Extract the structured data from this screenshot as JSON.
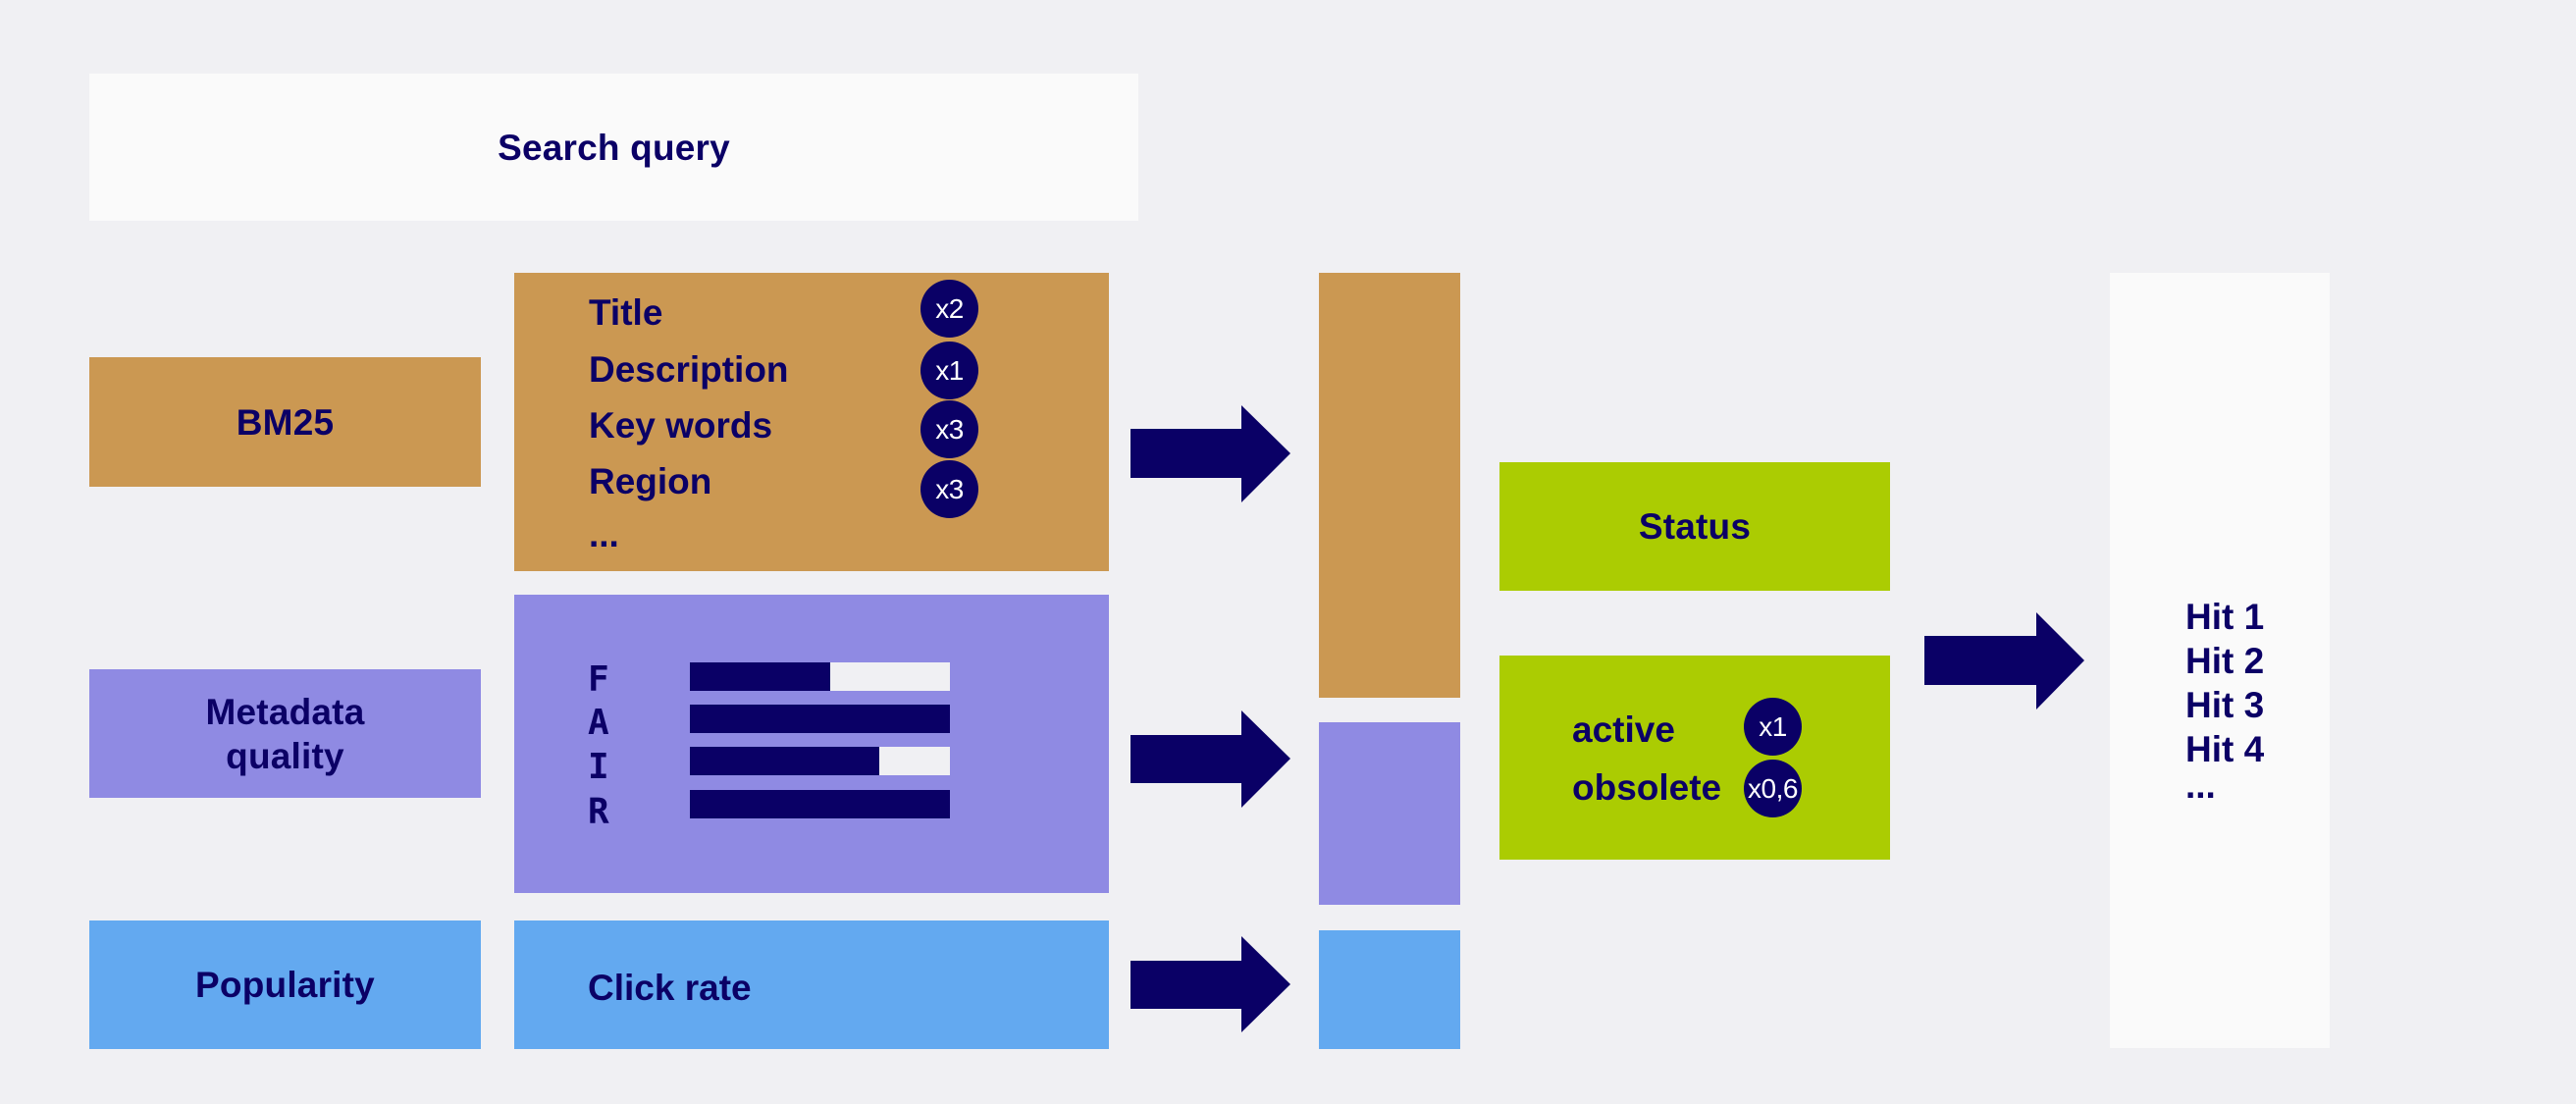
{
  "search": {
    "label": "Search query"
  },
  "colors": {
    "bm25": "#cb9852",
    "metadata": "#8f8ae3",
    "popularity": "#63a9f0",
    "status": "#abcc02",
    "ink": "#0b0066",
    "panel": "#fafafa",
    "background": "#f0f0f3"
  },
  "signals": {
    "bm25": {
      "label": "BM25",
      "fields": [
        {
          "name": "Title",
          "weight": "x2"
        },
        {
          "name": "Description",
          "weight": "x1"
        },
        {
          "name": "Key words",
          "weight": "x3"
        },
        {
          "name": "Region",
          "weight": "x3"
        }
      ],
      "more": "..."
    },
    "metadata": {
      "label_line1": "Metadata",
      "label_line2": "quality",
      "fair": [
        {
          "letter": "F",
          "score": 0.54
        },
        {
          "letter": "A",
          "score": 1.0
        },
        {
          "letter": "I",
          "score": 0.73
        },
        {
          "letter": "R",
          "score": 1.0
        }
      ]
    },
    "popularity": {
      "label": "Popularity",
      "detail": "Click rate"
    }
  },
  "status": {
    "label": "Status",
    "weights": [
      {
        "name": "active",
        "weight": "x1"
      },
      {
        "name": "obsolete",
        "weight": "x0,6"
      }
    ]
  },
  "results": {
    "hits": [
      "Hit 1",
      "Hit 2",
      "Hit 3",
      "Hit 4"
    ],
    "more": "..."
  }
}
